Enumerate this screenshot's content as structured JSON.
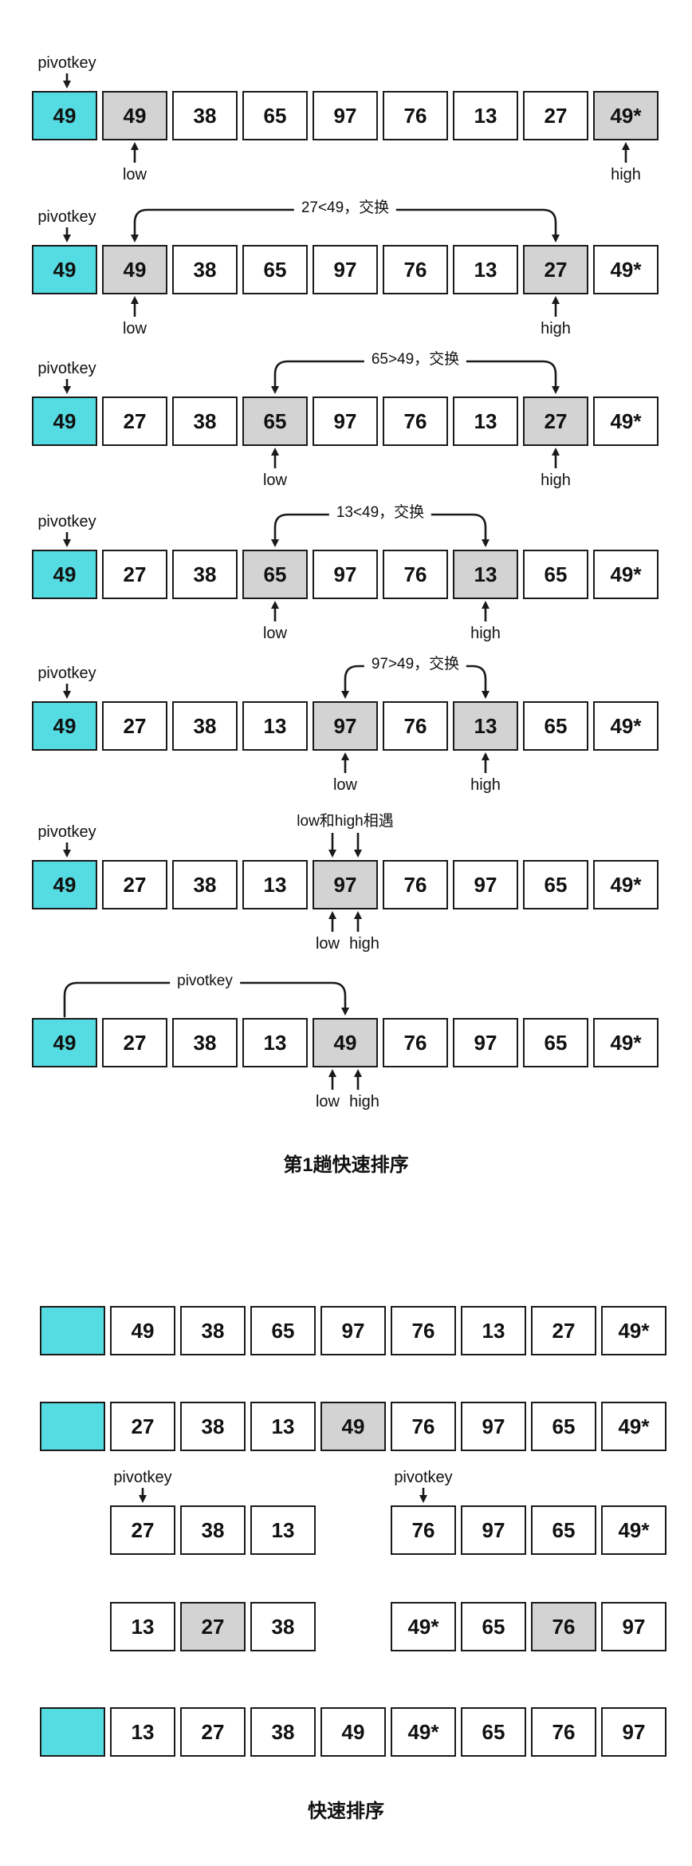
{
  "colors": {
    "pivot_fill": "#55dbe2",
    "highlight_fill": "#d3d3d3",
    "plain_fill": "#ffffff",
    "line": "#1a1a1a"
  },
  "labels": {
    "pivotkey": "pivotkey",
    "low": "low",
    "high": "high"
  },
  "section1": {
    "title": "第1趟快速排序",
    "rows": [
      {
        "pivot_label": true,
        "low": 1,
        "high": 8,
        "cells": [
          {
            "v": "49",
            "s": "pivot"
          },
          {
            "v": "49",
            "s": "hl"
          },
          {
            "v": "38",
            "s": "plain"
          },
          {
            "v": "65",
            "s": "plain"
          },
          {
            "v": "97",
            "s": "plain"
          },
          {
            "v": "76",
            "s": "plain"
          },
          {
            "v": "13",
            "s": "plain"
          },
          {
            "v": "27",
            "s": "plain"
          },
          {
            "v": "49*",
            "s": "hl"
          }
        ]
      },
      {
        "pivot_label": true,
        "low": 1,
        "high": 7,
        "arc": {
          "from": 1,
          "to": 7,
          "label": "27<49，交换"
        },
        "cells": [
          {
            "v": "49",
            "s": "pivot"
          },
          {
            "v": "49",
            "s": "hl"
          },
          {
            "v": "38",
            "s": "plain"
          },
          {
            "v": "65",
            "s": "plain"
          },
          {
            "v": "97",
            "s": "plain"
          },
          {
            "v": "76",
            "s": "plain"
          },
          {
            "v": "13",
            "s": "plain"
          },
          {
            "v": "27",
            "s": "hl"
          },
          {
            "v": "49*",
            "s": "plain"
          }
        ]
      },
      {
        "pivot_label": true,
        "low": 3,
        "high": 7,
        "arc": {
          "from": 3,
          "to": 7,
          "label": "65>49，交换"
        },
        "cells": [
          {
            "v": "49",
            "s": "pivot"
          },
          {
            "v": "27",
            "s": "plain"
          },
          {
            "v": "38",
            "s": "plain"
          },
          {
            "v": "65",
            "s": "hl"
          },
          {
            "v": "97",
            "s": "plain"
          },
          {
            "v": "76",
            "s": "plain"
          },
          {
            "v": "13",
            "s": "plain"
          },
          {
            "v": "27",
            "s": "hl"
          },
          {
            "v": "49*",
            "s": "plain"
          }
        ]
      },
      {
        "pivot_label": true,
        "low": 3,
        "high": 6,
        "arc": {
          "from": 3,
          "to": 6,
          "label": "13<49，交换"
        },
        "cells": [
          {
            "v": "49",
            "s": "pivot"
          },
          {
            "v": "27",
            "s": "plain"
          },
          {
            "v": "38",
            "s": "plain"
          },
          {
            "v": "65",
            "s": "hl"
          },
          {
            "v": "97",
            "s": "plain"
          },
          {
            "v": "76",
            "s": "plain"
          },
          {
            "v": "13",
            "s": "hl"
          },
          {
            "v": "65",
            "s": "plain"
          },
          {
            "v": "49*",
            "s": "plain"
          }
        ]
      },
      {
        "pivot_label": true,
        "low": 4,
        "high": 6,
        "arc": {
          "from": 4,
          "to": 6,
          "label": "97>49，交换"
        },
        "cells": [
          {
            "v": "49",
            "s": "pivot"
          },
          {
            "v": "27",
            "s": "plain"
          },
          {
            "v": "38",
            "s": "plain"
          },
          {
            "v": "13",
            "s": "plain"
          },
          {
            "v": "97",
            "s": "hl"
          },
          {
            "v": "76",
            "s": "plain"
          },
          {
            "v": "13",
            "s": "hl"
          },
          {
            "v": "65",
            "s": "plain"
          },
          {
            "v": "49*",
            "s": "plain"
          }
        ]
      },
      {
        "pivot_label": true,
        "low_high": 4,
        "meet": {
          "index": 4,
          "label": "low和high相遇"
        },
        "cells": [
          {
            "v": "49",
            "s": "pivot"
          },
          {
            "v": "27",
            "s": "plain"
          },
          {
            "v": "38",
            "s": "plain"
          },
          {
            "v": "13",
            "s": "plain"
          },
          {
            "v": "97",
            "s": "hl"
          },
          {
            "v": "76",
            "s": "plain"
          },
          {
            "v": "97",
            "s": "plain"
          },
          {
            "v": "65",
            "s": "plain"
          },
          {
            "v": "49*",
            "s": "plain"
          }
        ]
      },
      {
        "low_high": 4,
        "pivot_arc": {
          "from": 0,
          "to": 4,
          "label": "pivotkey"
        },
        "cells": [
          {
            "v": "49",
            "s": "pivot"
          },
          {
            "v": "27",
            "s": "plain"
          },
          {
            "v": "38",
            "s": "plain"
          },
          {
            "v": "13",
            "s": "plain"
          },
          {
            "v": "49",
            "s": "hl"
          },
          {
            "v": "76",
            "s": "plain"
          },
          {
            "v": "97",
            "s": "plain"
          },
          {
            "v": "65",
            "s": "plain"
          },
          {
            "v": "49*",
            "s": "plain"
          }
        ]
      }
    ]
  },
  "section2": {
    "title": "快速排序",
    "rows": [
      {
        "cells": [
          {
            "v": "",
            "s": "pivot"
          },
          {
            "v": "49",
            "s": "plain"
          },
          {
            "v": "38",
            "s": "plain"
          },
          {
            "v": "65",
            "s": "plain"
          },
          {
            "v": "97",
            "s": "plain"
          },
          {
            "v": "76",
            "s": "plain"
          },
          {
            "v": "13",
            "s": "plain"
          },
          {
            "v": "27",
            "s": "plain"
          },
          {
            "v": "49*",
            "s": "plain"
          }
        ]
      },
      {
        "cells": [
          {
            "v": "",
            "s": "pivot"
          },
          {
            "v": "27",
            "s": "plain"
          },
          {
            "v": "38",
            "s": "plain"
          },
          {
            "v": "13",
            "s": "plain"
          },
          {
            "v": "49",
            "s": "hl"
          },
          {
            "v": "76",
            "s": "plain"
          },
          {
            "v": "97",
            "s": "plain"
          },
          {
            "v": "65",
            "s": "plain"
          },
          {
            "v": "49*",
            "s": "plain"
          }
        ]
      },
      {
        "groups": [
          {
            "start": 1,
            "pivot_label": true,
            "cells": [
              {
                "v": "27",
                "s": "plain"
              },
              {
                "v": "38",
                "s": "plain"
              },
              {
                "v": "13",
                "s": "plain"
              }
            ]
          },
          {
            "start": 5,
            "pivot_label": true,
            "cells": [
              {
                "v": "76",
                "s": "plain"
              },
              {
                "v": "97",
                "s": "plain"
              },
              {
                "v": "65",
                "s": "plain"
              },
              {
                "v": "49*",
                "s": "plain"
              }
            ]
          }
        ]
      },
      {
        "groups": [
          {
            "start": 1,
            "cells": [
              {
                "v": "13",
                "s": "plain"
              },
              {
                "v": "27",
                "s": "hl"
              },
              {
                "v": "38",
                "s": "plain"
              }
            ]
          },
          {
            "start": 5,
            "cells": [
              {
                "v": "49*",
                "s": "plain"
              },
              {
                "v": "65",
                "s": "plain"
              },
              {
                "v": "76",
                "s": "hl"
              },
              {
                "v": "97",
                "s": "plain"
              }
            ]
          }
        ]
      },
      {
        "cells": [
          {
            "v": "",
            "s": "pivot"
          },
          {
            "v": "13",
            "s": "plain"
          },
          {
            "v": "27",
            "s": "plain"
          },
          {
            "v": "38",
            "s": "plain"
          },
          {
            "v": "49",
            "s": "plain"
          },
          {
            "v": "49*",
            "s": "plain"
          },
          {
            "v": "65",
            "s": "plain"
          },
          {
            "v": "76",
            "s": "plain"
          },
          {
            "v": "97",
            "s": "plain"
          }
        ]
      }
    ]
  }
}
